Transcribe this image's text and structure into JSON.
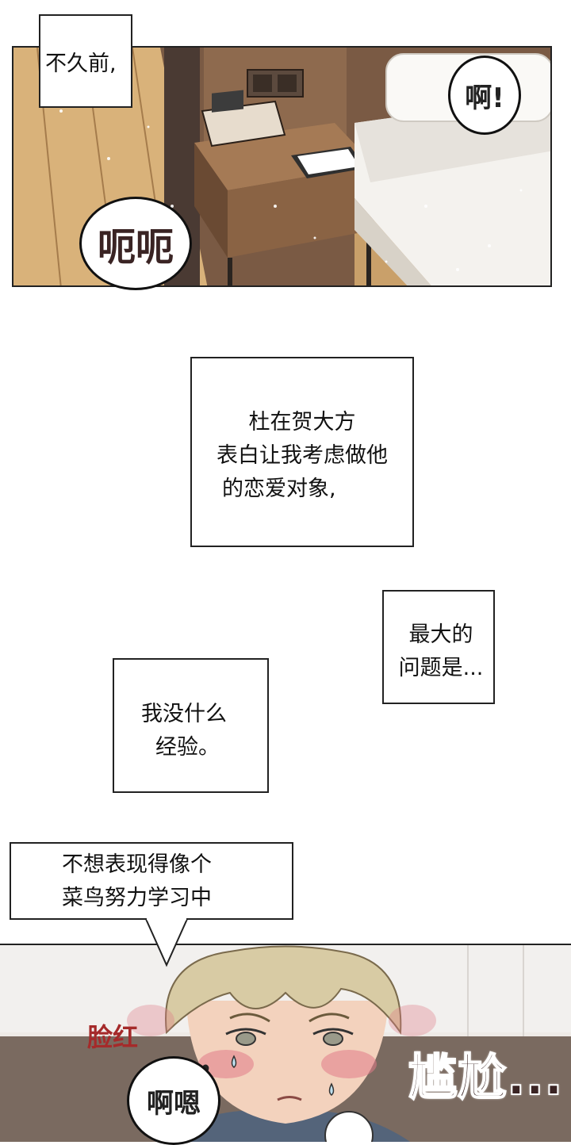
{
  "panel1": {
    "caption": "不久前,",
    "sfx_ah": "啊!",
    "sfx_eheh": "呃呃"
  },
  "captions": {
    "confession_lines": [
      "杜在贺大方",
      "表白让我考虑做他",
      "的恋爱对象,"
    ],
    "problem_lines": [
      "最大的",
      "问题是..."
    ],
    "experience_lines": [
      "我没什么",
      "经验。"
    ],
    "rookie_lines": [
      "不想表现得像个",
      "菜鸟努力学习中"
    ]
  },
  "panel2": {
    "sfx_blush": "脸红",
    "sfx_aheng": "啊嗯",
    "sfx_awkward": "尴尬..."
  },
  "colors": {
    "floor": "#c9a06a",
    "nightstand": "#8a6344",
    "bed": "#f4f2ee",
    "hair": "#d8cba4",
    "skin": "#f3d2bd",
    "blush": "#e07a88",
    "sfx_red": "#a52a2a",
    "sfx_dark": "#3a2424"
  }
}
